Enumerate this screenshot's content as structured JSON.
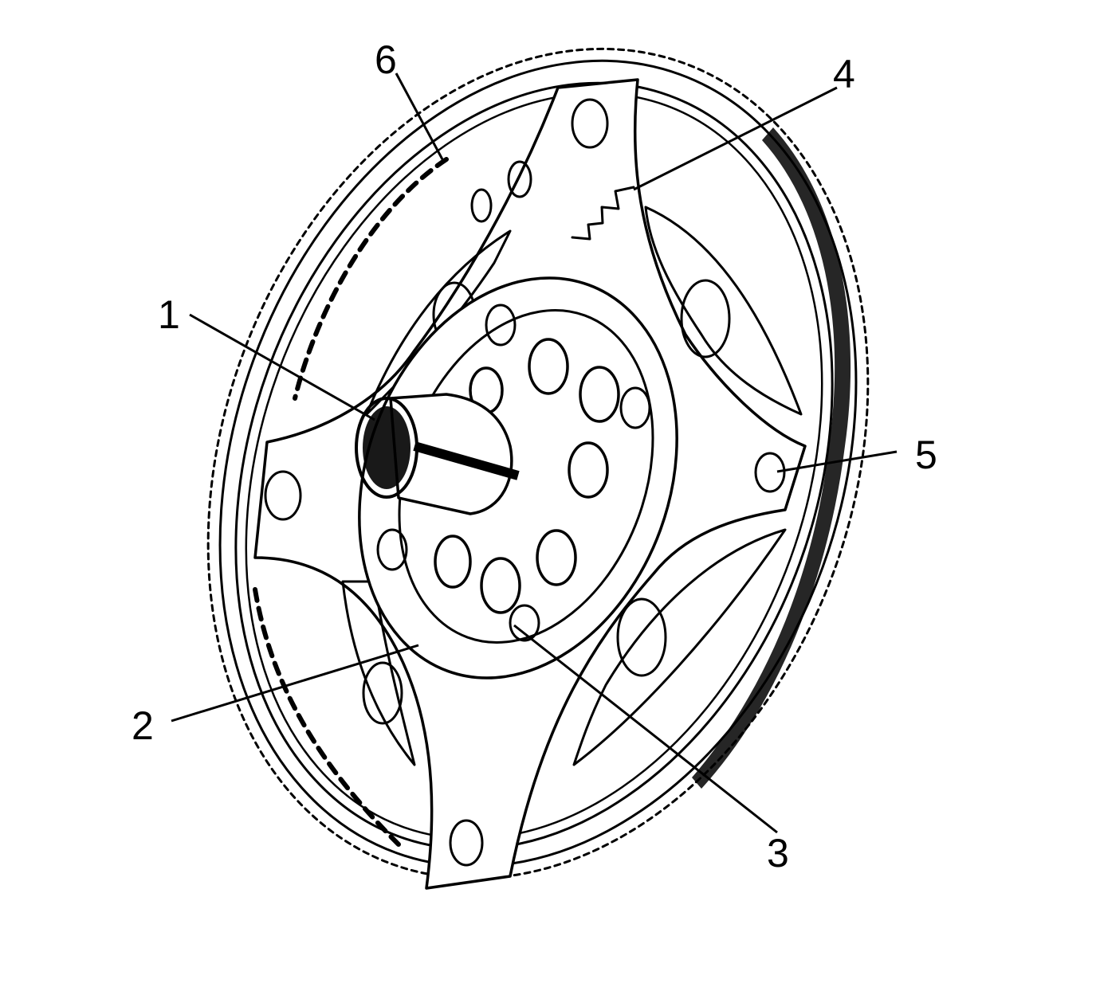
{
  "figure": {
    "colors": {
      "ink": "#000000",
      "paper": "#ffffff"
    },
    "callouts": [
      {
        "id": "1",
        "label": "1"
      },
      {
        "id": "2",
        "label": "2"
      },
      {
        "id": "3",
        "label": "3"
      },
      {
        "id": "4",
        "label": "4"
      },
      {
        "id": "5",
        "label": "5"
      },
      {
        "id": "6",
        "label": "6"
      }
    ]
  }
}
